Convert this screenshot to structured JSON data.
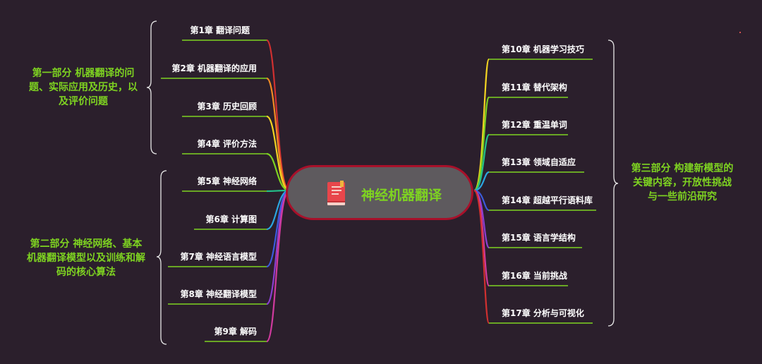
{
  "center": {
    "title": "神经机器翻译",
    "icon": "book-icon"
  },
  "parts": [
    {
      "title": "第一部分 机器翻译的问题、实际应用及历史，以及评价问题"
    },
    {
      "title": "第二部分 神经网络、基本机器翻译模型以及训练和解码的核心算法"
    },
    {
      "title": "第三部分 构建新模型的关键内容，开放性挑战与一些前沿研究"
    }
  ],
  "chapters_left": [
    "第1章 翻译问题",
    "第2章 机器翻译的应用",
    "第3章 历史回顾",
    "第4章 评价方法",
    "第5章 神经网络",
    "第6章 计算图",
    "第7章 神经语言模型",
    "第8章 神经翻译模型",
    "第9章 解码"
  ],
  "chapters_right": [
    "第10章 机器学习技巧",
    "第11章 替代架构",
    "第12章 重温单词",
    "第13章 领域自适应",
    "第14章 超越平行语料库",
    "第15章 语言学结构",
    "第16章 当前挑战",
    "第17章 分析与可视化"
  ],
  "colors": {
    "background": "#2b1f2c",
    "part_text": "#7ed321",
    "underline": "#7ed321",
    "center_fill": "#5e5a5e",
    "center_border": "#a8102a"
  }
}
